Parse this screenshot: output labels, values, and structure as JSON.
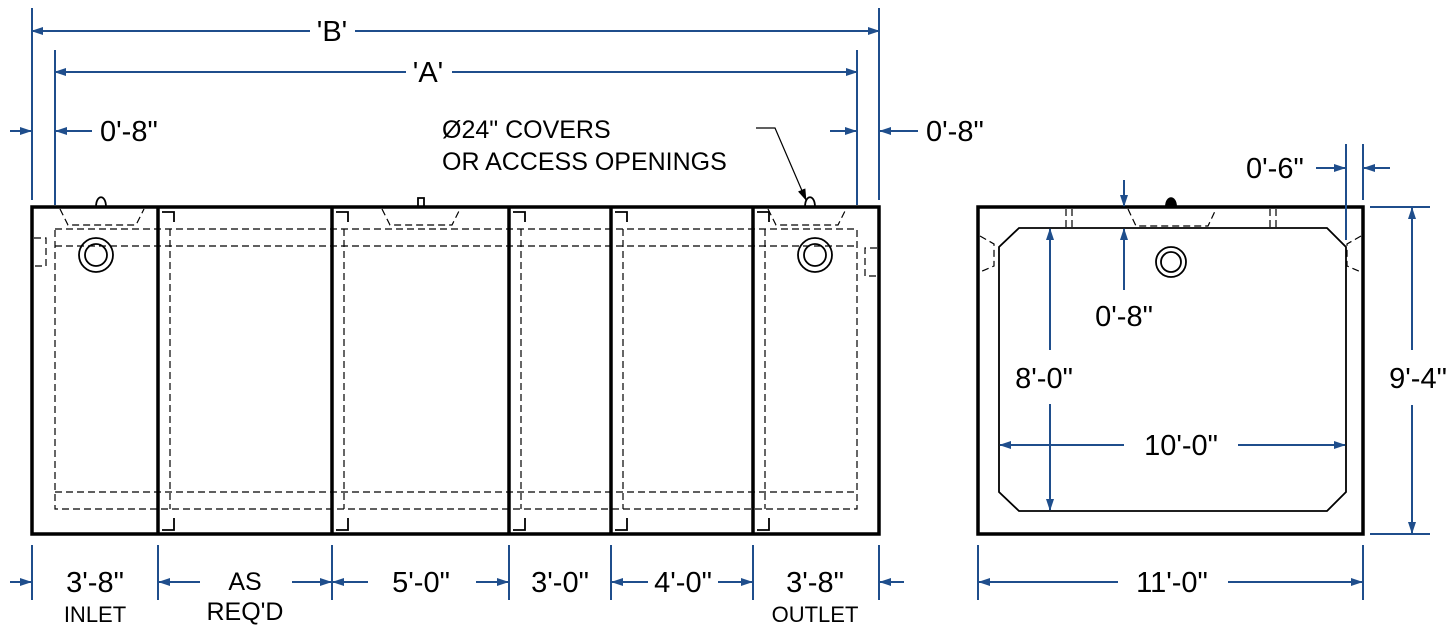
{
  "side_view": {
    "overall_b": "'B'",
    "overall_a": "'A'",
    "end_offset_left": "0'-8\"",
    "end_offset_right": "0'-8\"",
    "cover_note_line1": "Ø24\" COVERS",
    "cover_note_line2": "OR ACCESS OPENINGS",
    "segments": [
      {
        "dim": "3'-8\"",
        "sub": "INLET"
      },
      {
        "dim": "AS",
        "sub": "REQ'D"
      },
      {
        "dim": "5'-0\"",
        "sub": ""
      },
      {
        "dim": "3'-0\"",
        "sub": ""
      },
      {
        "dim": "4'-0\"",
        "sub": ""
      },
      {
        "dim": "3'-8\"",
        "sub": "OUTLET"
      }
    ]
  },
  "end_view": {
    "wall_thickness": "0'-6\"",
    "top_thickness": "0'-8\"",
    "inside_height": "8'-0\"",
    "inside_width": "10'-0\"",
    "outside_height": "9'-4\"",
    "outside_width": "11'-0\""
  }
}
